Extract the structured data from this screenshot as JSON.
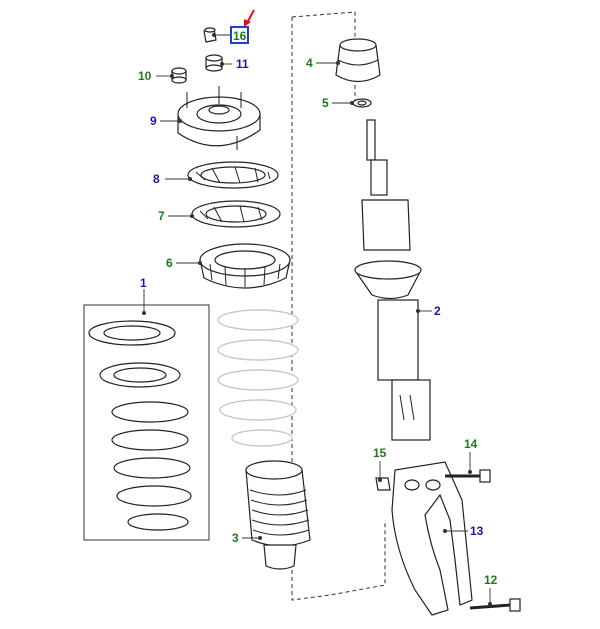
{
  "callouts": {
    "c1": "1",
    "c2": "2",
    "c3": "3",
    "c4": "4",
    "c5": "5",
    "c6": "6",
    "c7": "7",
    "c8": "8",
    "c9": "9",
    "c10": "10",
    "c11": "11",
    "c12": "12",
    "c13": "13",
    "c14": "14",
    "c15": "15",
    "c16": "16"
  },
  "colors": {
    "blue_callout": "#1a1aa8",
    "green_callout": "#1e7a1e",
    "highlight_box": "#1a3fd6",
    "arrow": "#e01010"
  },
  "highlighted_part": "16"
}
